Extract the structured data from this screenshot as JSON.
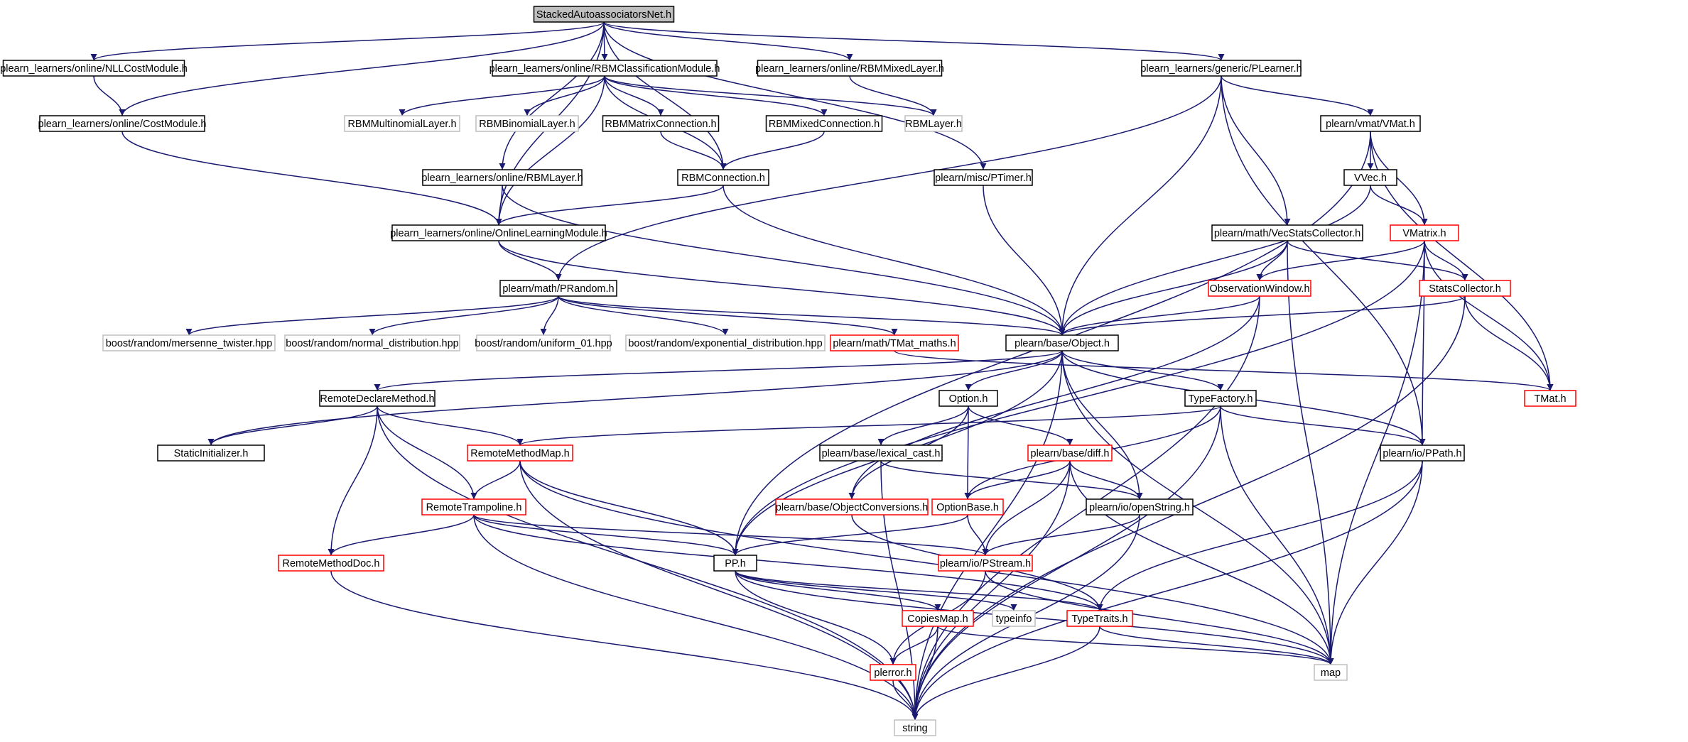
{
  "colors": {
    "edge": "#191970",
    "node_default_border": "#000000",
    "node_incomplete_border": "#ff0000",
    "node_external_border": "#bfbfbf",
    "root_fill": "#bfbfbf",
    "node_fill": "#ffffff"
  },
  "nodes": [
    {
      "id": "root",
      "label": "StackedAutoassociatorsNet.h",
      "kind": "root"
    },
    {
      "id": "nllcost",
      "label": "plearn_learners/online/NLLCostModule.h",
      "kind": "normal"
    },
    {
      "id": "rbmclass",
      "label": "plearn_learners/online/RBMClassificationModule.h",
      "kind": "normal"
    },
    {
      "id": "rbmmixedlayer",
      "label": "plearn_learners/online/RBMMixedLayer.h",
      "kind": "normal"
    },
    {
      "id": "plearner",
      "label": "plearn_learners/generic/PLearner.h",
      "kind": "normal"
    },
    {
      "id": "costmodule",
      "label": "plearn_learners/online/CostModule.h",
      "kind": "normal"
    },
    {
      "id": "rbmmultinomial",
      "label": "RBMMultinomialLayer.h",
      "kind": "external"
    },
    {
      "id": "rbmbinomial",
      "label": "RBMBinomialLayer.h",
      "kind": "external"
    },
    {
      "id": "rbmmatrixconn",
      "label": "RBMMatrixConnection.h",
      "kind": "normal"
    },
    {
      "id": "rbmmixedconn",
      "label": "RBMMixedConnection.h",
      "kind": "normal"
    },
    {
      "id": "rbmlayerh",
      "label": "RBMLayer.h",
      "kind": "external"
    },
    {
      "id": "vmat",
      "label": "plearn/vmat/VMat.h",
      "kind": "normal"
    },
    {
      "id": "rbmlayer",
      "label": "plearn_learners/online/RBMLayer.h",
      "kind": "normal"
    },
    {
      "id": "rbmconn",
      "label": "RBMConnection.h",
      "kind": "normal"
    },
    {
      "id": "ptimer",
      "label": "plearn/misc/PTimer.h",
      "kind": "normal"
    },
    {
      "id": "vvec",
      "label": "VVec.h",
      "kind": "normal"
    },
    {
      "id": "onlinelearning",
      "label": "plearn_learners/online/OnlineLearningModule.h",
      "kind": "normal"
    },
    {
      "id": "vecstats",
      "label": "plearn/math/VecStatsCollector.h",
      "kind": "normal"
    },
    {
      "id": "vmatrix",
      "label": "VMatrix.h",
      "kind": "incomplete"
    },
    {
      "id": "prandom",
      "label": "plearn/math/PRandom.h",
      "kind": "normal"
    },
    {
      "id": "obswindow",
      "label": "ObservationWindow.h",
      "kind": "incomplete"
    },
    {
      "id": "statscollector",
      "label": "StatsCollector.h",
      "kind": "incomplete"
    },
    {
      "id": "mersenne",
      "label": "boost/random/mersenne_twister.hpp",
      "kind": "external"
    },
    {
      "id": "normaldist",
      "label": "boost/random/normal_distribution.hpp",
      "kind": "external"
    },
    {
      "id": "uniform01",
      "label": "boost/random/uniform_01.hpp",
      "kind": "external"
    },
    {
      "id": "expdist",
      "label": "boost/random/exponential_distribution.hpp",
      "kind": "external"
    },
    {
      "id": "tmatmaths",
      "label": "plearn/math/TMat_maths.h",
      "kind": "incomplete"
    },
    {
      "id": "object",
      "label": "plearn/base/Object.h",
      "kind": "normal"
    },
    {
      "id": "tmat",
      "label": "TMat.h",
      "kind": "incomplete"
    },
    {
      "id": "remotedeclare",
      "label": "RemoteDeclareMethod.h",
      "kind": "normal"
    },
    {
      "id": "option",
      "label": "Option.h",
      "kind": "normal"
    },
    {
      "id": "typefactory",
      "label": "TypeFactory.h",
      "kind": "normal"
    },
    {
      "id": "staticinit",
      "label": "StaticInitializer.h",
      "kind": "normal"
    },
    {
      "id": "remotemethodmap",
      "label": "RemoteMethodMap.h",
      "kind": "incomplete"
    },
    {
      "id": "lexicalcast",
      "label": "plearn/base/lexical_cast.h",
      "kind": "normal"
    },
    {
      "id": "diff",
      "label": "plearn/base/diff.h",
      "kind": "incomplete"
    },
    {
      "id": "ppath",
      "label": "plearn/io/PPath.h",
      "kind": "normal"
    },
    {
      "id": "remotetrampoline",
      "label": "RemoteTrampoline.h",
      "kind": "incomplete"
    },
    {
      "id": "objectconversions",
      "label": "plearn/base/ObjectConversions.h",
      "kind": "incomplete"
    },
    {
      "id": "optionbase",
      "label": "OptionBase.h",
      "kind": "incomplete"
    },
    {
      "id": "openstring",
      "label": "plearn/io/openString.h",
      "kind": "normal"
    },
    {
      "id": "remotemethoddoc",
      "label": "RemoteMethodDoc.h",
      "kind": "incomplete"
    },
    {
      "id": "pp",
      "label": "PP.h",
      "kind": "normal"
    },
    {
      "id": "pstream",
      "label": "plearn/io/PStream.h",
      "kind": "incomplete"
    },
    {
      "id": "copiesmap",
      "label": "CopiesMap.h",
      "kind": "incomplete"
    },
    {
      "id": "typeinfo",
      "label": "typeinfo",
      "kind": "external"
    },
    {
      "id": "typetraits",
      "label": "TypeTraits.h",
      "kind": "incomplete"
    },
    {
      "id": "map",
      "label": "map",
      "kind": "external"
    },
    {
      "id": "plerror",
      "label": "plerror.h",
      "kind": "incomplete"
    },
    {
      "id": "string",
      "label": "string",
      "kind": "external"
    }
  ],
  "edges": [
    [
      "root",
      "nllcost"
    ],
    [
      "root",
      "costmodule"
    ],
    [
      "root",
      "rbmclass"
    ],
    [
      "root",
      "rbmmixedlayer"
    ],
    [
      "root",
      "plearner"
    ],
    [
      "root",
      "rbmlayer"
    ],
    [
      "root",
      "rbmconn"
    ],
    [
      "root",
      "onlinelearning"
    ],
    [
      "root",
      "ptimer"
    ],
    [
      "nllcost",
      "costmodule"
    ],
    [
      "costmodule",
      "onlinelearning"
    ],
    [
      "rbmclass",
      "rbmmultinomial"
    ],
    [
      "rbmclass",
      "rbmbinomial"
    ],
    [
      "rbmclass",
      "rbmmatrixconn"
    ],
    [
      "rbmclass",
      "rbmmixedconn"
    ],
    [
      "rbmclass",
      "rbmlayerh"
    ],
    [
      "rbmclass",
      "rbmconn"
    ],
    [
      "rbmclass",
      "onlinelearning"
    ],
    [
      "rbmmixedlayer",
      "rbmlayerh"
    ],
    [
      "rbmmatrixconn",
      "rbmconn"
    ],
    [
      "rbmmixedconn",
      "rbmconn"
    ],
    [
      "rbmconn",
      "onlinelearning"
    ],
    [
      "rbmconn",
      "object"
    ],
    [
      "rbmlayer",
      "onlinelearning"
    ],
    [
      "rbmlayer",
      "object"
    ],
    [
      "onlinelearning",
      "prandom"
    ],
    [
      "onlinelearning",
      "object"
    ],
    [
      "plearner",
      "prandom"
    ],
    [
      "plearner",
      "object"
    ],
    [
      "plearner",
      "vecstats"
    ],
    [
      "plearner",
      "vmat"
    ],
    [
      "plearner",
      "ppath"
    ],
    [
      "vmat",
      "vvec"
    ],
    [
      "vmat",
      "vmatrix"
    ],
    [
      "vmat",
      "tmat"
    ],
    [
      "vmat",
      "pp"
    ],
    [
      "vvec",
      "vmatrix"
    ],
    [
      "vvec",
      "object"
    ],
    [
      "vmatrix",
      "statscollector"
    ],
    [
      "vmatrix",
      "obswindow"
    ],
    [
      "vmatrix",
      "tmat"
    ],
    [
      "vmatrix",
      "ppath"
    ],
    [
      "vmatrix",
      "map"
    ],
    [
      "vmatrix",
      "pp"
    ],
    [
      "vecstats",
      "obswindow"
    ],
    [
      "vecstats",
      "statscollector"
    ],
    [
      "vecstats",
      "object"
    ],
    [
      "vecstats",
      "map"
    ],
    [
      "obswindow",
      "object"
    ],
    [
      "obswindow",
      "objectconversions"
    ],
    [
      "obswindow",
      "string"
    ],
    [
      "statscollector",
      "object"
    ],
    [
      "statscollector",
      "tmat"
    ],
    [
      "statscollector",
      "string"
    ],
    [
      "ptimer",
      "object"
    ],
    [
      "prandom",
      "mersenne"
    ],
    [
      "prandom",
      "normaldist"
    ],
    [
      "prandom",
      "uniform01"
    ],
    [
      "prandom",
      "expdist"
    ],
    [
      "prandom",
      "tmatmaths"
    ],
    [
      "prandom",
      "object"
    ],
    [
      "tmatmaths",
      "tmat"
    ],
    [
      "object",
      "remotedeclare"
    ],
    [
      "object",
      "staticinit"
    ],
    [
      "object",
      "option"
    ],
    [
      "object",
      "typefactory"
    ],
    [
      "object",
      "openstring"
    ],
    [
      "object",
      "ppath"
    ],
    [
      "object",
      "map"
    ],
    [
      "object",
      "string"
    ],
    [
      "object",
      "pp"
    ],
    [
      "remotedeclare",
      "staticinit"
    ],
    [
      "remotedeclare",
      "remotemethodmap"
    ],
    [
      "remotedeclare",
      "remotetrampoline"
    ],
    [
      "remotedeclare",
      "remotemethoddoc"
    ],
    [
      "remotedeclare",
      "string"
    ],
    [
      "option",
      "lexicalcast"
    ],
    [
      "option",
      "diff"
    ],
    [
      "option",
      "optionbase"
    ],
    [
      "option",
      "objectconversions"
    ],
    [
      "typefactory",
      "remotemethodmap"
    ],
    [
      "typefactory",
      "optionbase"
    ],
    [
      "typefactory",
      "ppath"
    ],
    [
      "typefactory",
      "map"
    ],
    [
      "typefactory",
      "string"
    ],
    [
      "remotemethodmap",
      "remotetrampoline"
    ],
    [
      "remotemethodmap",
      "pp"
    ],
    [
      "remotemethodmap",
      "map"
    ],
    [
      "remotemethodmap",
      "string"
    ],
    [
      "lexicalcast",
      "openstring"
    ],
    [
      "lexicalcast",
      "string"
    ],
    [
      "diff",
      "optionbase"
    ],
    [
      "diff",
      "openstring"
    ],
    [
      "diff",
      "pstream"
    ],
    [
      "diff",
      "map"
    ],
    [
      "diff",
      "string"
    ],
    [
      "ppath",
      "typetraits"
    ],
    [
      "ppath",
      "map"
    ],
    [
      "ppath",
      "string"
    ],
    [
      "remotetrampoline",
      "remotemethoddoc"
    ],
    [
      "remotetrampoline",
      "pp"
    ],
    [
      "remotetrampoline",
      "pstream"
    ],
    [
      "remotetrampoline",
      "typetraits"
    ],
    [
      "remotetrampoline",
      "string"
    ],
    [
      "objectconversions",
      "typetraits"
    ],
    [
      "optionbase",
      "pp"
    ],
    [
      "optionbase",
      "pstream"
    ],
    [
      "openstring",
      "pstream"
    ],
    [
      "openstring",
      "string"
    ],
    [
      "remotemethoddoc",
      "string"
    ],
    [
      "pp",
      "copiesmap"
    ],
    [
      "pp",
      "typeinfo"
    ],
    [
      "pp",
      "typetraits"
    ],
    [
      "pp",
      "plerror"
    ],
    [
      "pp",
      "map"
    ],
    [
      "pstream",
      "plerror"
    ],
    [
      "pstream",
      "map"
    ],
    [
      "copiesmap",
      "plerror"
    ],
    [
      "copiesmap",
      "map"
    ],
    [
      "copiesmap",
      "string"
    ],
    [
      "typetraits",
      "map"
    ],
    [
      "typetraits",
      "string"
    ],
    [
      "plerror",
      "string"
    ]
  ]
}
